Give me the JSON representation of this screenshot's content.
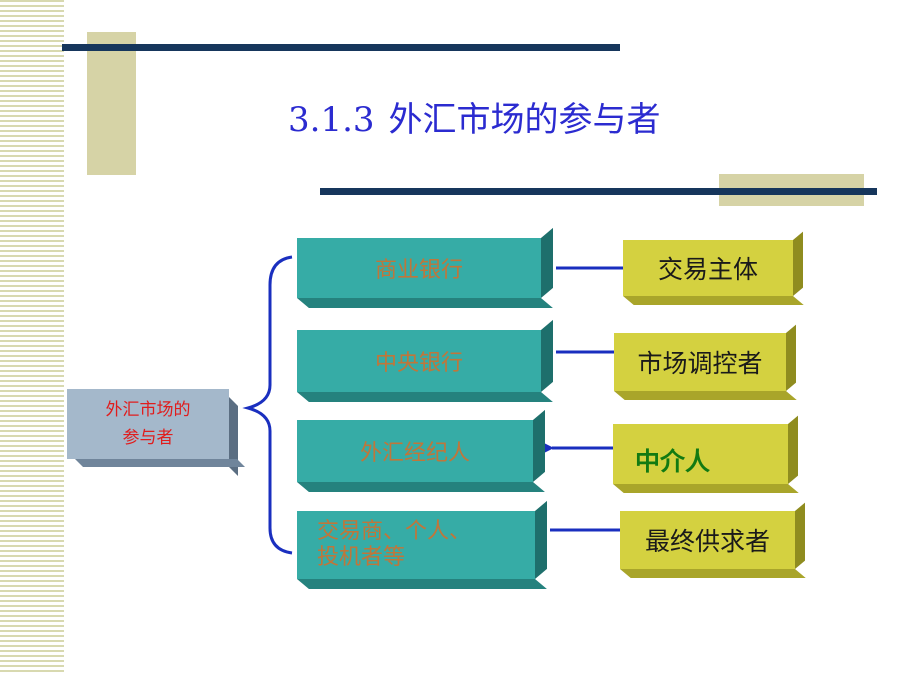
{
  "title": {
    "number": "3.1.3",
    "text": "外汇市场的参与者"
  },
  "root": {
    "line1": "外汇市场的",
    "line2": "参与者"
  },
  "participants": [
    {
      "label": "商业银行",
      "role": "交易主体"
    },
    {
      "label": "中央银行",
      "role": "市场调控者"
    },
    {
      "label": "外汇经纪人",
      "role": "中介人"
    },
    {
      "label_line1": "交易商、个人、",
      "label_line2": "投机者等",
      "role": "最终供求者"
    }
  ],
  "colors": {
    "title": "#2b2bd0",
    "rule": "#16365c",
    "brace": "#1a2fbf",
    "teal_box": "#36aca6",
    "olive_box": "#d4d140",
    "grey_box": "#a4b8cb"
  }
}
